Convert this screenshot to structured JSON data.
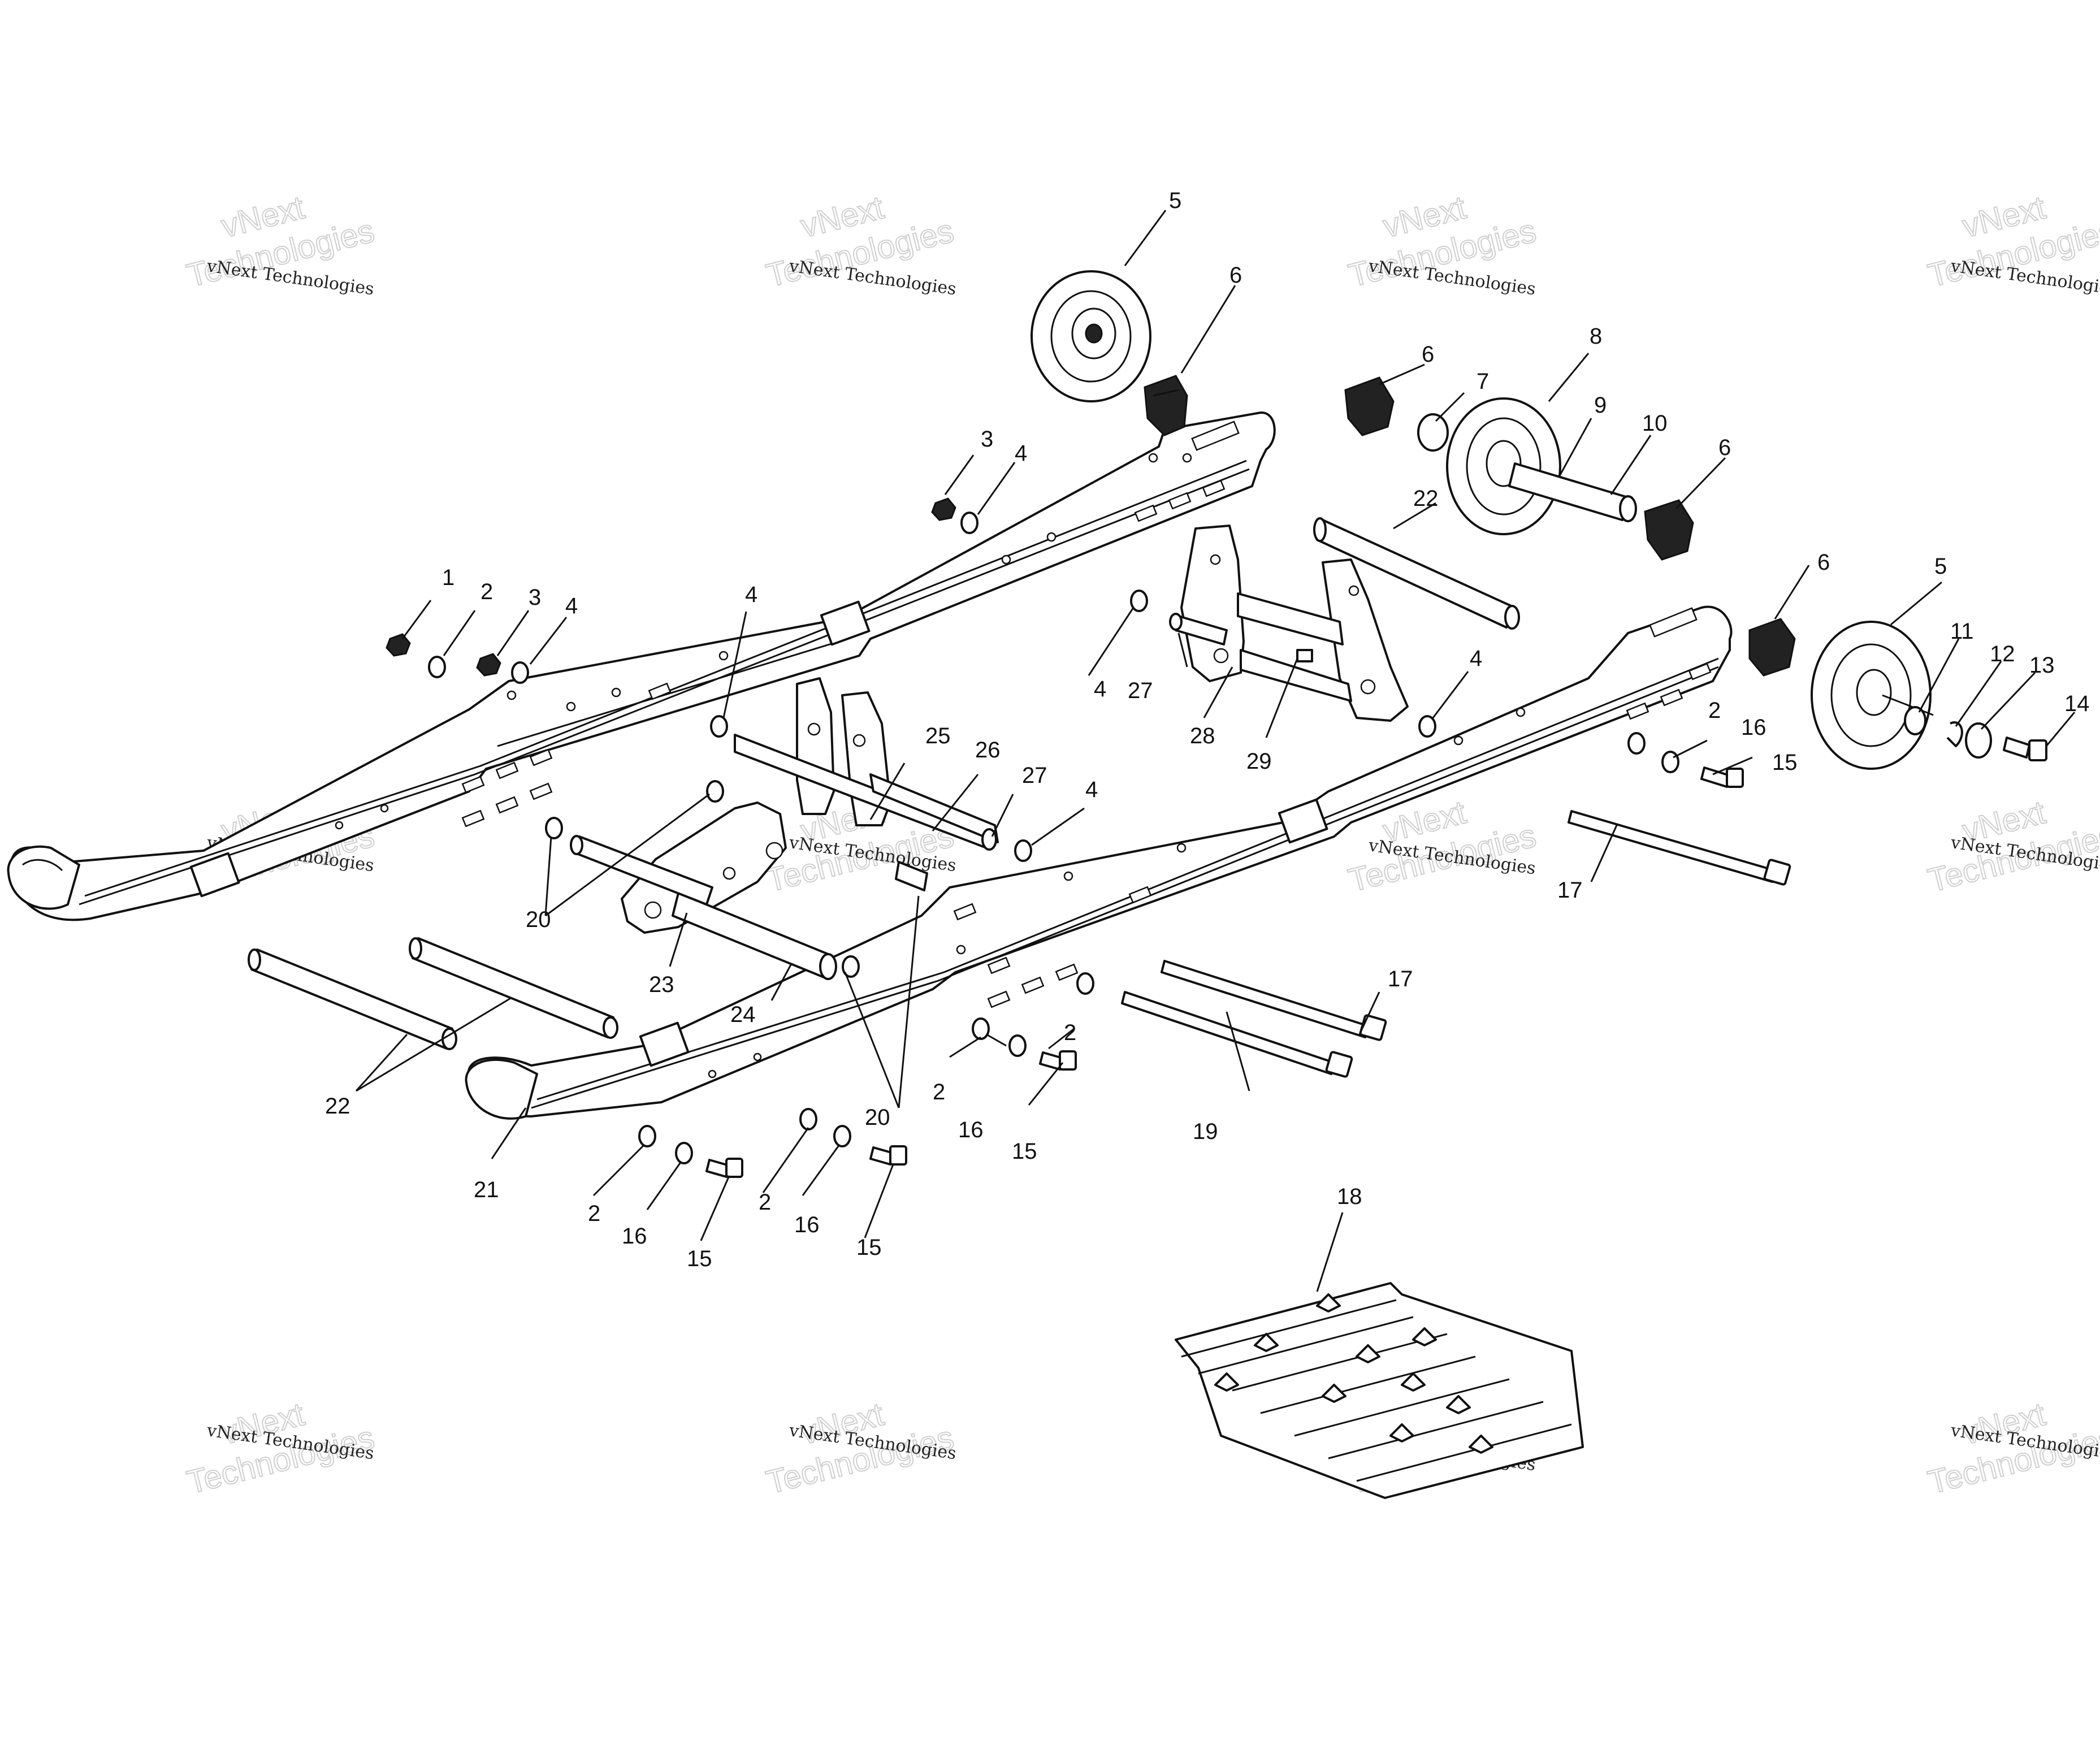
{
  "watermark": {
    "line1": "vNext Technologies",
    "line2": "vNext",
    "line3": "Technologies"
  },
  "callouts": {
    "c1": "1",
    "c2": "2",
    "c3": "3",
    "c4": "4",
    "c5": "5",
    "c6": "6",
    "c7": "7",
    "c8": "8",
    "c9": "9",
    "c10": "10",
    "c11": "11",
    "c12": "12",
    "c13": "13",
    "c14": "14",
    "c15": "15",
    "c16": "16",
    "c17": "17",
    "c18": "18",
    "c19": "19",
    "c20": "20",
    "c21": "21",
    "c22": "22",
    "c23": "23",
    "c24": "24",
    "c25": "25",
    "c26": "26",
    "c27": "27",
    "c28": "28",
    "c29": "29"
  }
}
